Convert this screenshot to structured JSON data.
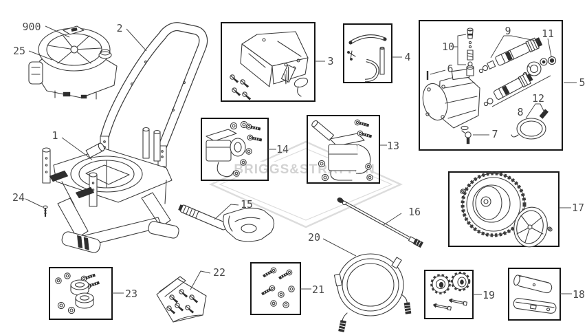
{
  "page": {
    "type": "exploded-parts-diagram",
    "background": "#ffffff"
  },
  "watermark": {
    "text": "BRIGGS&STRATTON",
    "color": "#d2d2d2"
  },
  "colors": {
    "line": "#3d3d3d",
    "kit_box_border": "#161616",
    "callout_text": "#4a4a4a"
  },
  "callouts": {
    "blower_housing": "900",
    "engine": "25",
    "handle": "2",
    "panel_kit": "3",
    "hose_kit": "4",
    "pump_assembly": "5",
    "pin": "6",
    "thermal_relief_valve": "7",
    "lower_wand_kit": "8",
    "upper_wand_kit": "9",
    "chemical_injection_kit": "10",
    "seal_kit": "11",
    "chemical_hose": "12",
    "handle_clamp_right": "13",
    "handle_clamp_left": "14",
    "spray_gun": "15",
    "wand": "16",
    "wheel_kit": "17",
    "grip_kit": "18",
    "knob_bolt_kit": "19",
    "high_pressure_hose": "20",
    "bolt_nut_kit": "21",
    "hardware_bag": "22",
    "isolator_kit": "23",
    "frame_screw": "24",
    "frame": "1"
  }
}
